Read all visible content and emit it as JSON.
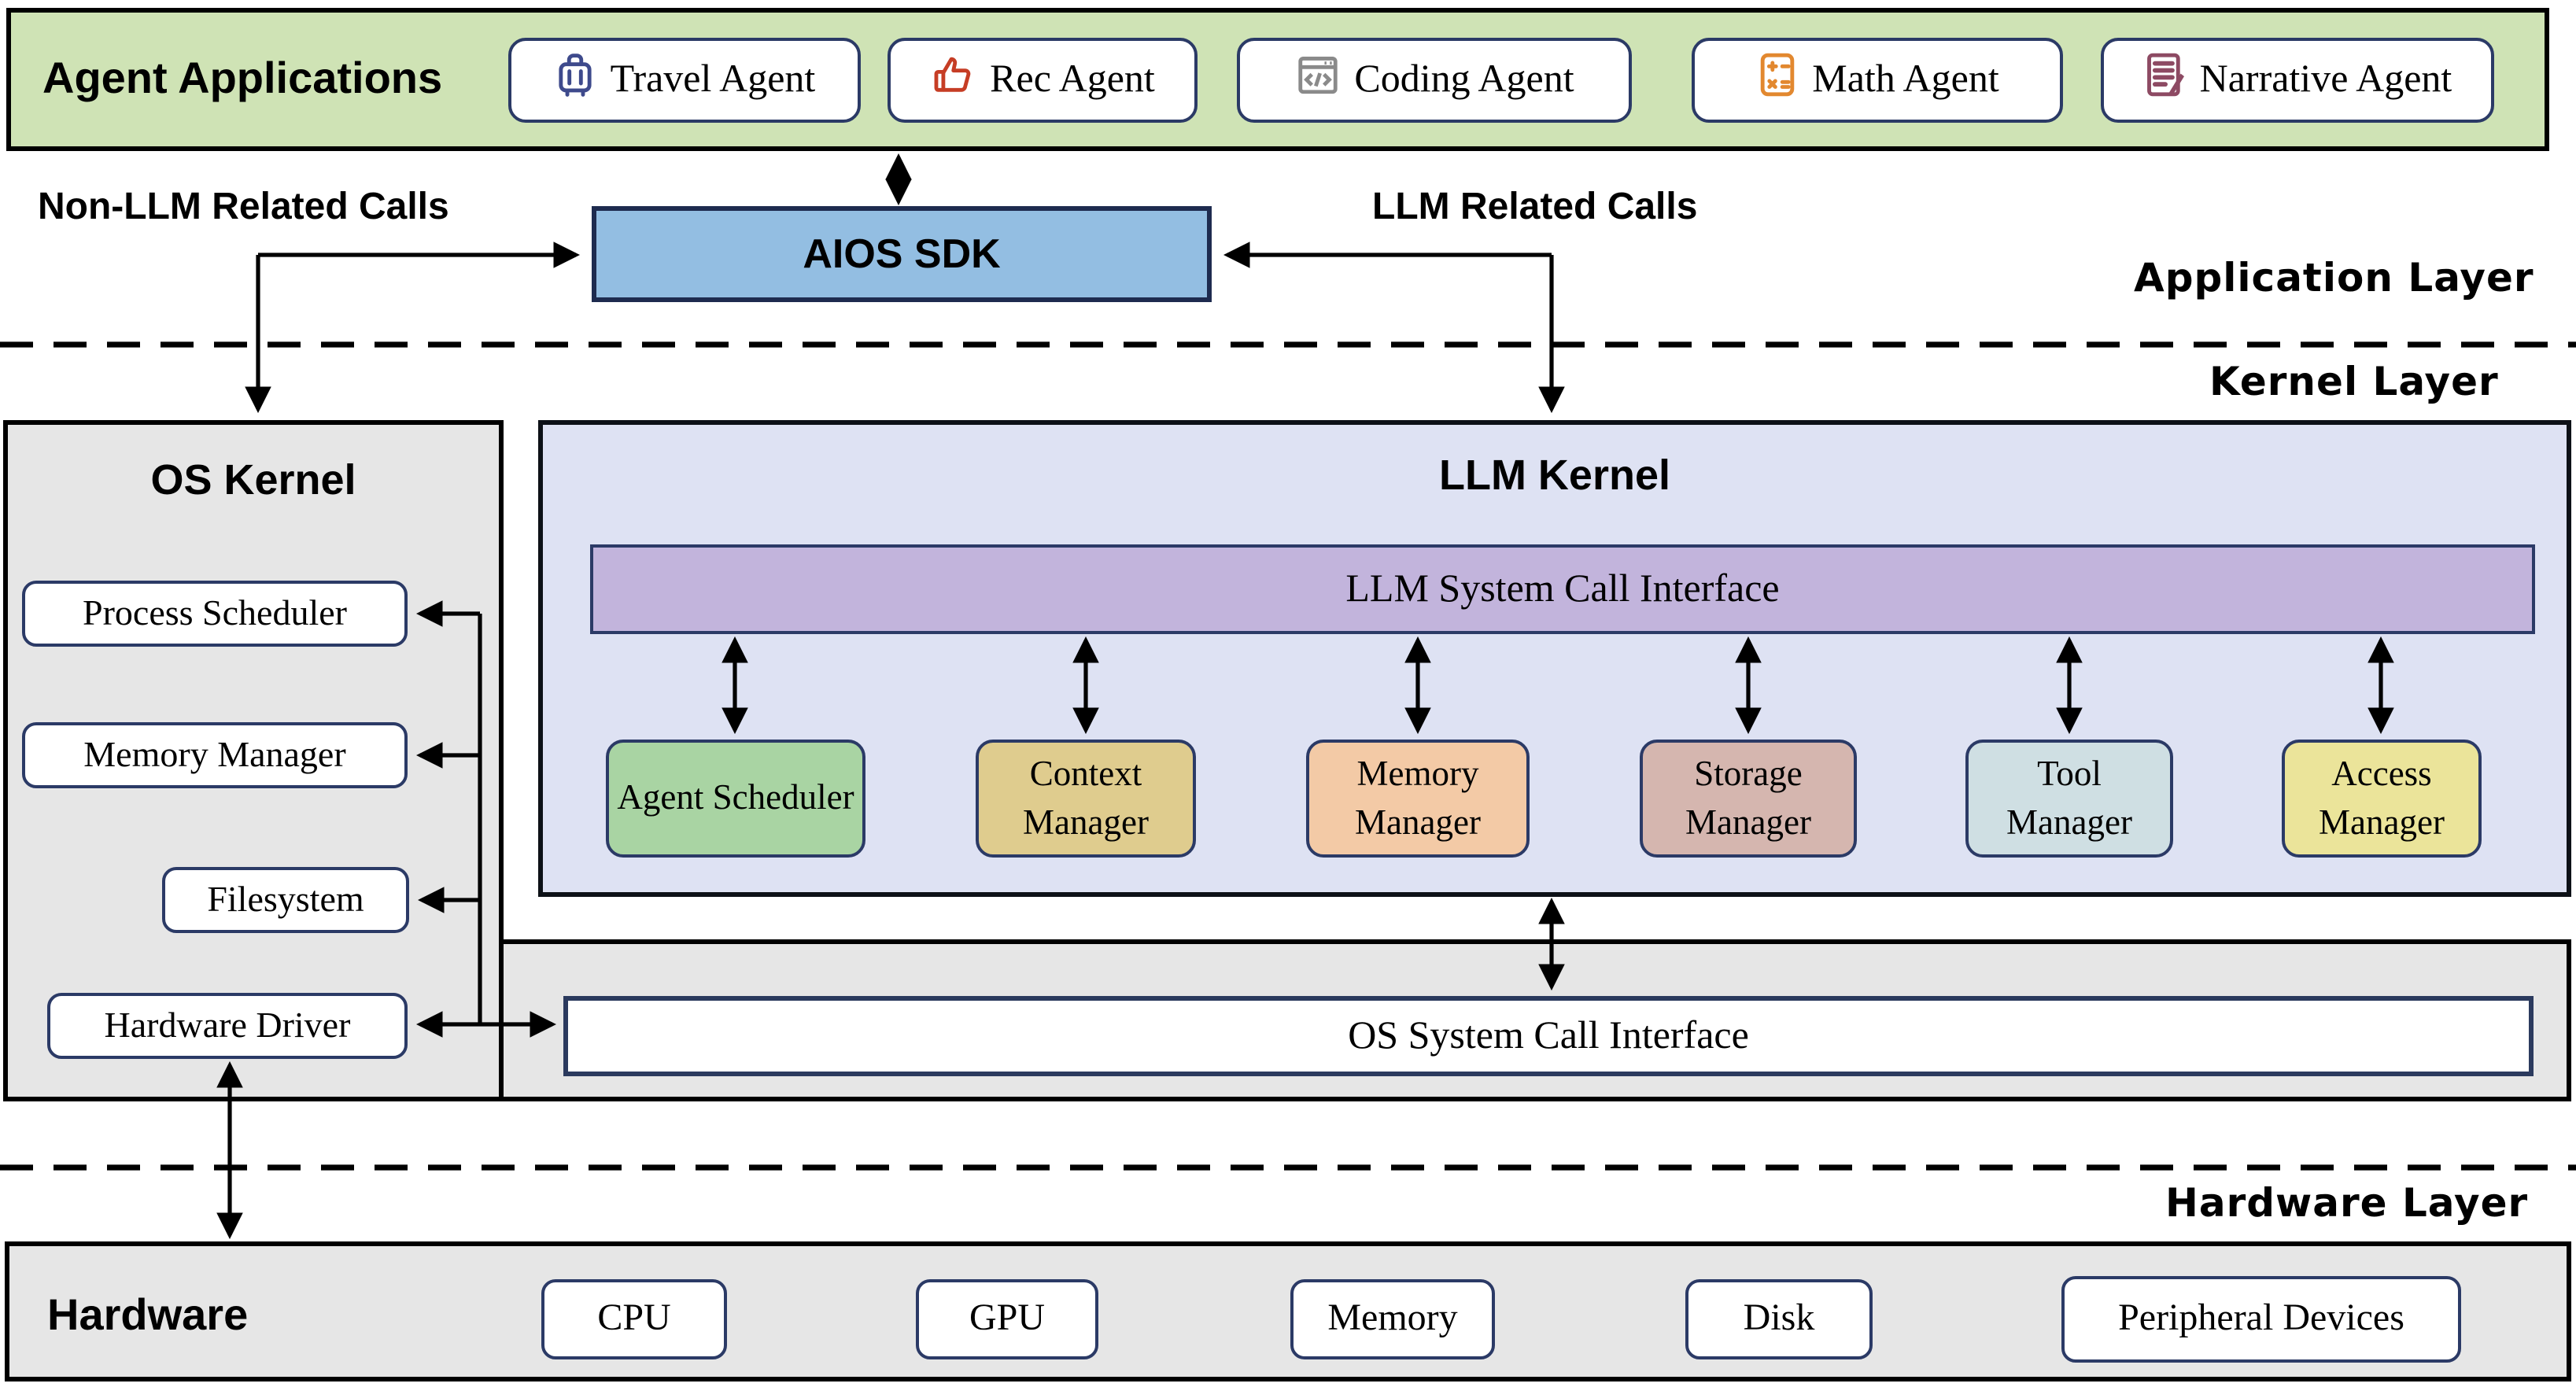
{
  "agent_bar": {
    "title": "Agent Applications",
    "agents": [
      {
        "label": "Travel Agent",
        "icon": "luggage-icon"
      },
      {
        "label": "Rec Agent",
        "icon": "thumbs-up-icon"
      },
      {
        "label": "Coding Agent",
        "icon": "code-window-icon"
      },
      {
        "label": "Math Agent",
        "icon": "calculator-icon"
      },
      {
        "label": "Narrative Agent",
        "icon": "document-pen-icon"
      }
    ]
  },
  "sdk": {
    "label": "AIOS SDK"
  },
  "calls": {
    "non_llm": "Non-LLM Related Calls",
    "llm": "LLM Related Calls"
  },
  "layer_labels": {
    "application": "Application Layer",
    "kernel": "Kernel Layer",
    "hardware": "Hardware Layer"
  },
  "os_kernel": {
    "title": "OS Kernel",
    "items": [
      "Process Scheduler",
      "Memory Manager",
      "Filesystem",
      "Hardware Driver"
    ]
  },
  "llm_kernel": {
    "title": "LLM Kernel",
    "interface_label": "LLM System Call Interface",
    "managers": [
      {
        "label": "Agent Scheduler",
        "color": "#a9d4a3"
      },
      {
        "label": "Context Manager",
        "color": "#dfcc8e"
      },
      {
        "label": "Memory Manager",
        "color": "#f3caa6"
      },
      {
        "label": "Storage Manager",
        "color": "#d5b6af"
      },
      {
        "label": "Tool Manager",
        "color": "#cfdfe3"
      },
      {
        "label": "Access Manager",
        "color": "#ebe49a"
      }
    ]
  },
  "os_interface": {
    "label": "OS System Call Interface"
  },
  "hardware": {
    "title": "Hardware",
    "items": [
      "CPU",
      "GPU",
      "Memory",
      "Disk",
      "Peripheral Devices"
    ]
  },
  "colors": {
    "agent_bar_bg": "#cfe3b5",
    "sdk_bg": "#93bee2",
    "os_kernel_bg": "#e6e6e6",
    "llm_kernel_bg": "#dee2f3",
    "interface_bar_bg": "#c2b4dc",
    "syscall_band_bg": "#e6e6e6",
    "hardware_band_bg": "#e6e6e6",
    "travel_icon": "#3e4a8c",
    "rec_icon": "#c63d25",
    "coding_icon": "#8a8a8a",
    "math_icon": "#e2882f",
    "narrative_icon": "#8d4a63"
  }
}
